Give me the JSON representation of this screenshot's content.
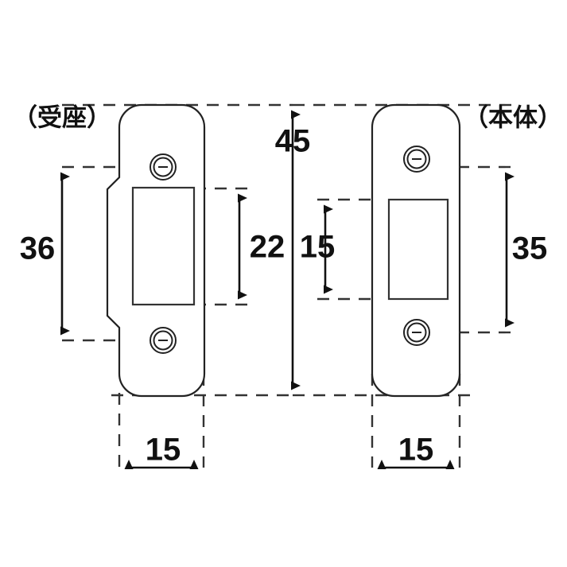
{
  "drawing": {
    "type": "technical-dimension-drawing",
    "background_color": "#ffffff",
    "line_color": "#222222",
    "text_color": "#111111",
    "units": "mm"
  },
  "labels": {
    "left_part": "（受座）",
    "right_part": "（本体）"
  },
  "dimensions": {
    "left_plate_height": "36",
    "left_window_height": "22",
    "overall_height": "45",
    "right_window_height": "15",
    "right_plate_height": "35",
    "left_plate_width": "15",
    "right_plate_width": "15"
  },
  "parts": [
    {
      "name": "strike-plate",
      "label": "（受座）",
      "outline": "rounded-rectangle-with-stepped-left-edge",
      "screw_holes": 2,
      "window": 1,
      "width": "15",
      "height": "36"
    },
    {
      "name": "main-body-plate",
      "label": "（本体）",
      "outline": "rounded-rectangle",
      "screw_holes": 2,
      "window": 1,
      "width": "15",
      "height": "35"
    }
  ]
}
